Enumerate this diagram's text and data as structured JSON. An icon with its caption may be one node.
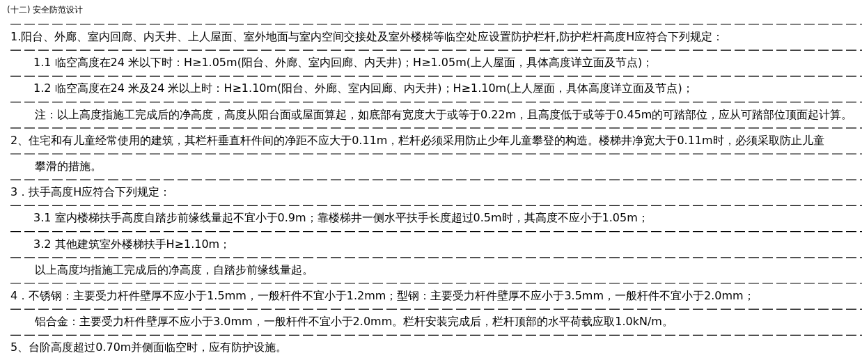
{
  "diagram": {
    "title": "(十二) 安全防范设计",
    "labels": [
      "1.阳台、外廊、室内回廊、内天井、上人屋面、室外地面与室内空间交接处及室外楼梯等临空处应设置防护栏杆,防护栏杆高度H应符合下列规定：",
      "1.1  临空高度在24 米以下时：H≥1.05m(阳台、外廊、室内回廊、内天井)；H≥1.05m(上人屋面，具体高度详立面及节点)；",
      "1.2  临空高度在24 米及24 米以上时：H≥1.10m(阳台、外廊、室内回廊、内天井)；H≥1.10m(上人屋面，具体高度详立面及节点)；",
      "注：以上高度指施工完成后的净高度，高度从阳台面或屋面算起，如底部有宽度大于或等于0.22m，且高度低于或等于0.45m的可踏部位，应从可踏部位顶面起计算。",
      "2、住宅和有儿童经常使用的建筑，其栏杆垂直杆件间的净距不应大于0.11m，栏杆必须采用防止少年儿童攀登的构造。楼梯井净宽大于0.11m时，必须采取防止儿童",
      "攀滑的措施。",
      "3．扶手高度H应符合下列规定：",
      "3.1  室内楼梯扶手高度自踏步前缘线量起不宜小于0.9m；靠楼梯井一侧水平扶手长度超过0.5m时，其高度不应小于1.05m；",
      "3.2  其他建筑室外楼梯扶手H≥1.10m；",
      "以上高度均指施工完成后的净高度，自踏步前缘线量起。",
      "4．不锈钢：主要受力杆件壁厚不应小于1.5mm，一般杆件不宜小于1.2mm；型钢：主要受力杆件壁厚不应小于3.5mm，一般杆件不宜小于2.0mm；",
      "铝合金：主要受力杆件壁厚不应小于3.0mm，一般杆件不宜小于2.0mm。栏杆安装完成后，栏杆顶部的水平荷载应取1.0kN/m。",
      "5、台阶高度超过0.70m并侧面临空时，应有防护设施。"
    ]
  }
}
